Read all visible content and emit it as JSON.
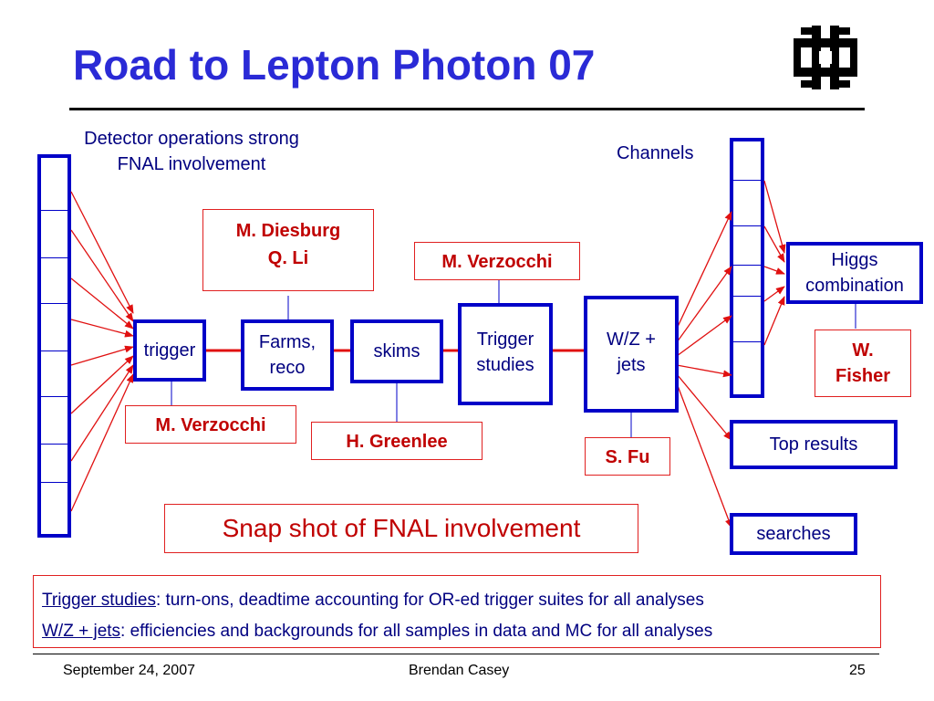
{
  "slide": {
    "title": "Road to Lepton Photon 07",
    "logo": {
      "name": "fermilab-logo",
      "color": "#000000"
    }
  },
  "diagram": {
    "detector_label_line1": "Detector operations strong",
    "detector_label_line2": "FNAL involvement",
    "channels_label": "Channels",
    "boxes": {
      "trigger": "trigger",
      "farms_line1": "Farms,",
      "farms_line2": "reco",
      "skims": "skims",
      "trigger_studies_line1": "Trigger",
      "trigger_studies_line2": "studies",
      "wz_line1": "W/Z +",
      "wz_line2": "jets",
      "higgs_line1": "Higgs",
      "higgs_line2": "combination",
      "top_results": "Top results",
      "searches": "searches"
    },
    "people": {
      "farms_1": "M. Diesburg",
      "farms_2": "Q. Li",
      "trigger_studies": "M. Verzocchi",
      "trigger": "M. Verzocchi",
      "skims": "H. Greenlee",
      "wz": "S. Fu",
      "higgs_1": "W.",
      "higgs_2": "Fisher"
    },
    "snapshot_label": "Snap shot of FNAL involvement",
    "colors": {
      "box_border": "#0000c8",
      "arrow": "#e01010",
      "name_text": "#c00000",
      "title": "#2a2ad6"
    }
  },
  "notes": [
    {
      "term": "Trigger studies",
      "text": ": turn-ons, deadtime accounting for OR-ed trigger suites for all analyses"
    },
    {
      "term": "W/Z + jets",
      "text": ":  efficiencies and backgrounds for all samples in data and MC for all analyses"
    }
  ],
  "footer": {
    "date": "September 24, 2007",
    "author": "Brendan Casey",
    "page": "25"
  }
}
